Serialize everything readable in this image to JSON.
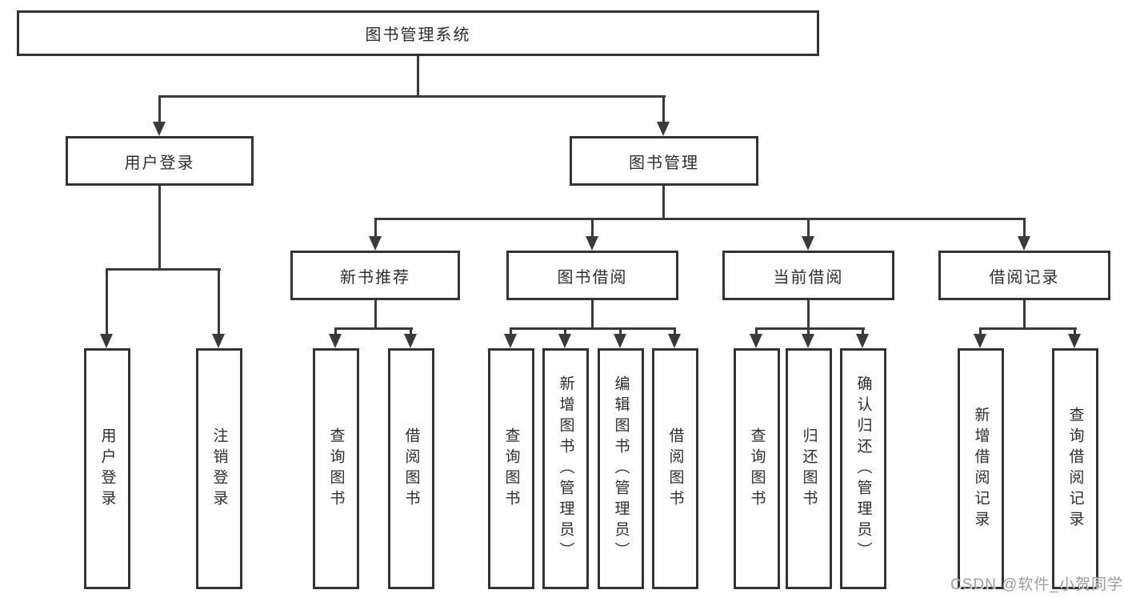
{
  "diagram_title": "图书管理系统",
  "branches": [
    {
      "label": "用户登录",
      "children": [
        "用户登录",
        "注销登录"
      ]
    },
    {
      "label": "图书管理",
      "groups": [
        {
          "label": "新书推荐",
          "children": [
            "查询图书",
            "借阅图书"
          ]
        },
        {
          "label": "图书借阅",
          "children": [
            "查询图书",
            "新增图书（管理员）",
            "编辑图书（管理员）",
            "借阅图书"
          ]
        },
        {
          "label": "当前借阅",
          "children": [
            "查询图书",
            "归还图书",
            "确认归还（管理员）"
          ]
        },
        {
          "label": "借阅记录",
          "children": [
            "新增借阅记录",
            "查询借阅记录"
          ]
        }
      ]
    }
  ],
  "watermark": "CSDN @软件_小贺同学",
  "colors": {
    "line": "#3a3a3a",
    "box_border": "#333333",
    "text": "#2e2e2e",
    "watermark": "#949494",
    "background": "#ffffff"
  }
}
